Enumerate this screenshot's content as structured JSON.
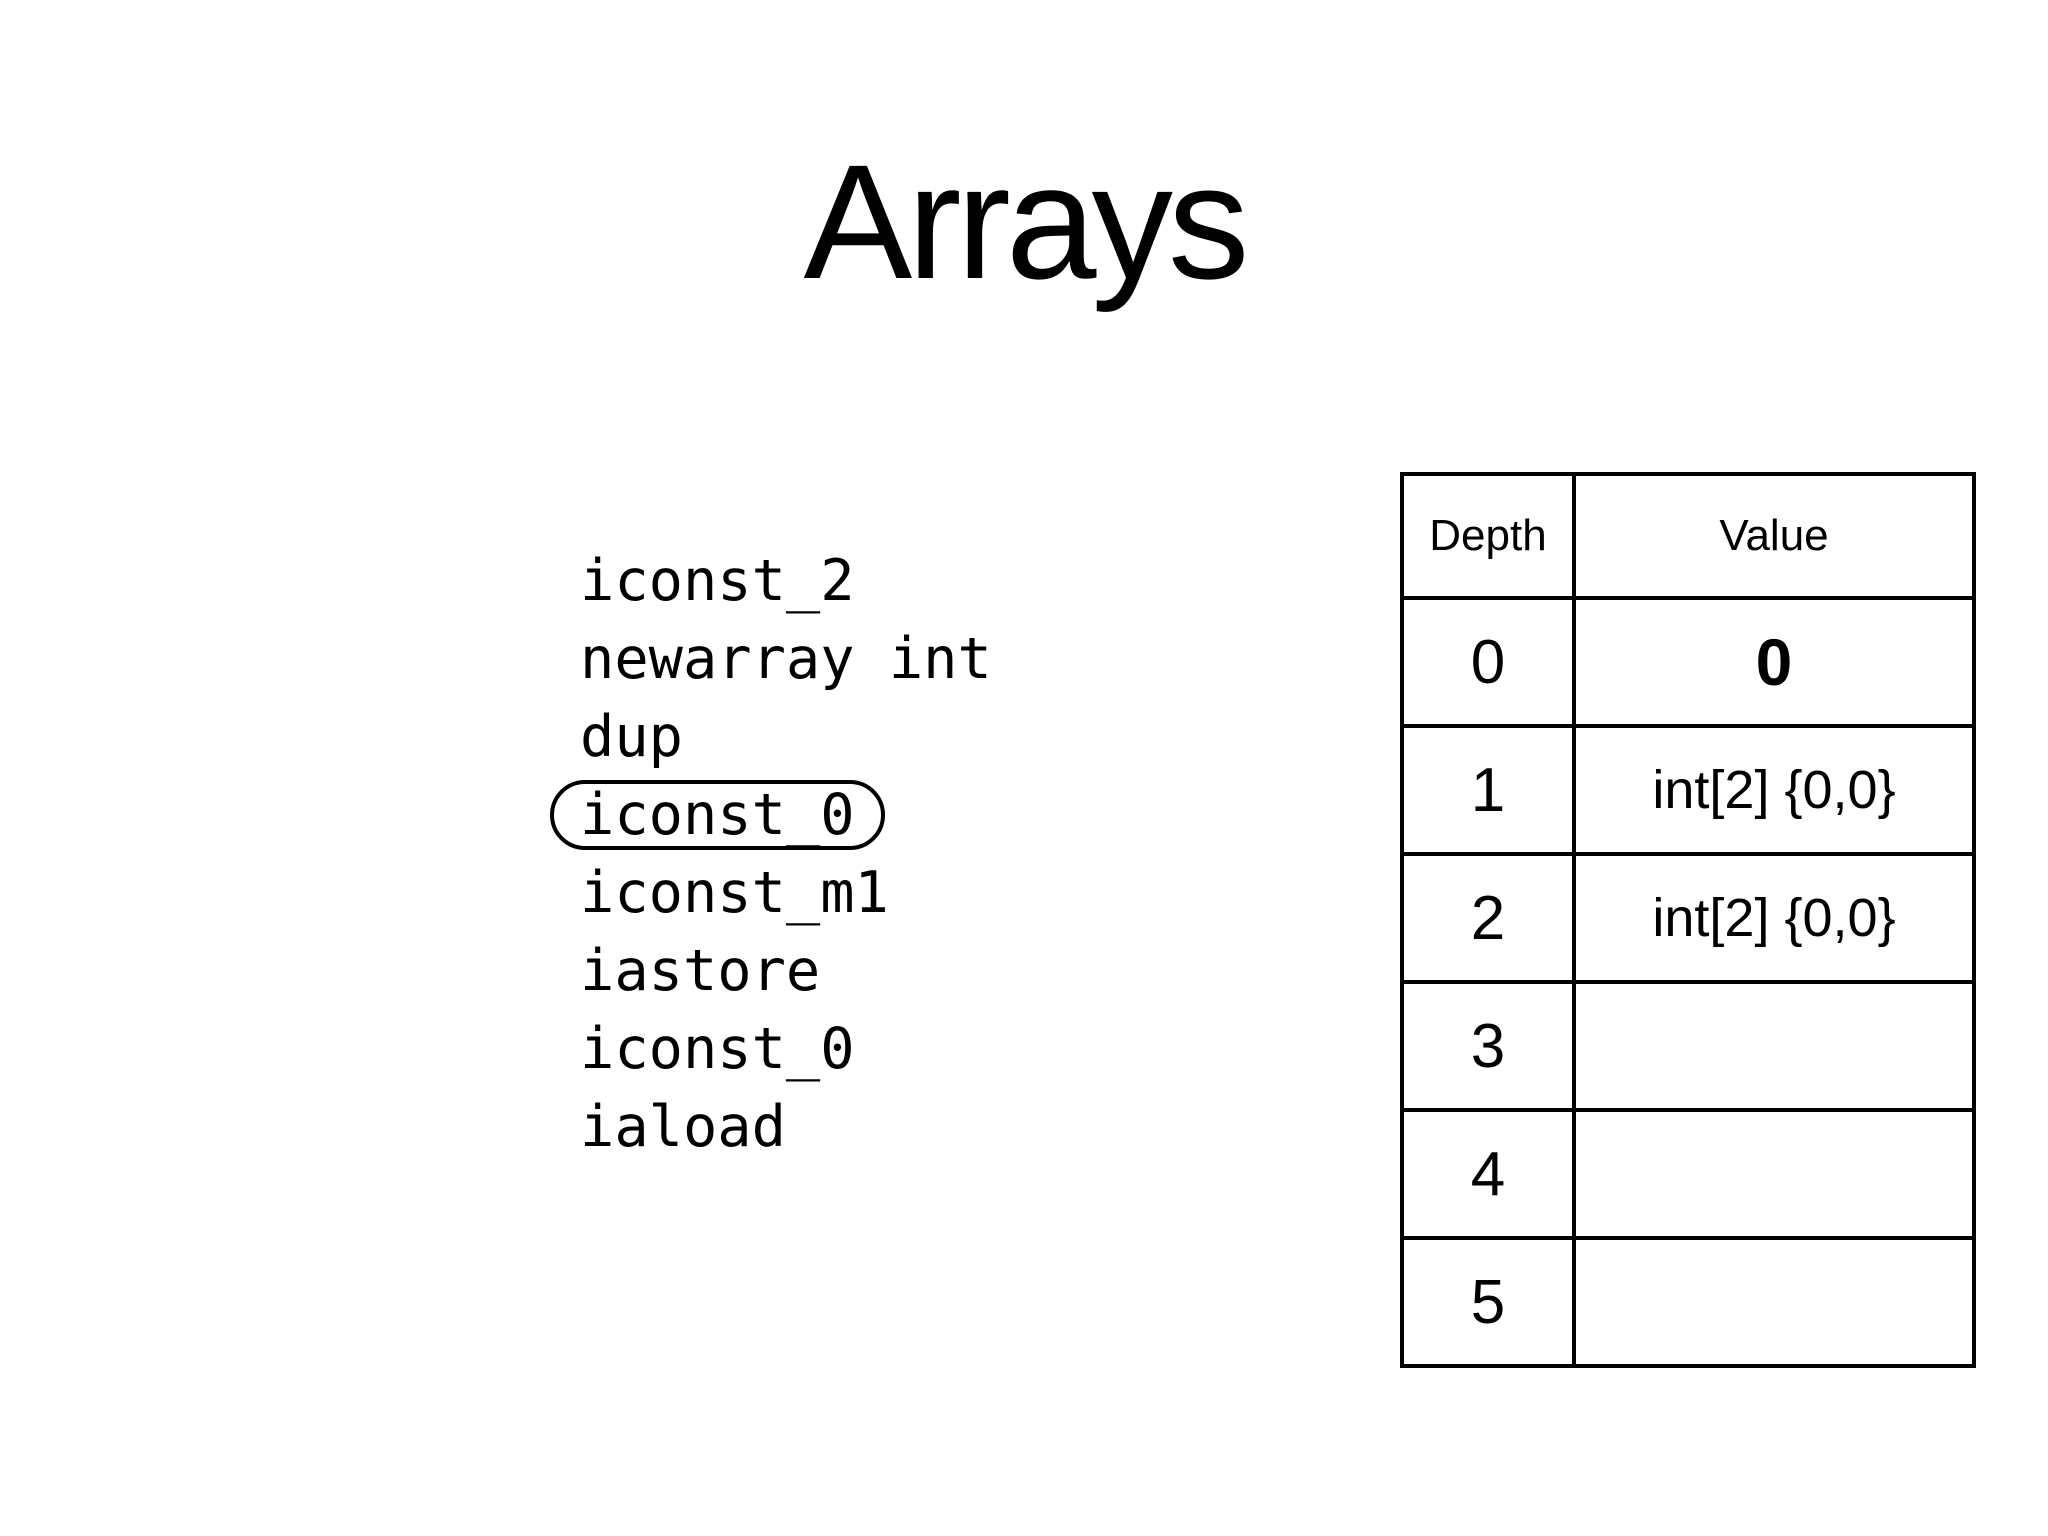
{
  "slide": {
    "title": "Arrays",
    "background_color": "#ffffff",
    "text_color": "#000000"
  },
  "code": {
    "lines": [
      {
        "text": "iconst_2",
        "highlighted": false
      },
      {
        "text": "newarray int",
        "highlighted": false
      },
      {
        "text": "dup",
        "highlighted": false
      },
      {
        "text": "iconst_0",
        "highlighted": true
      },
      {
        "text": "iconst_m1",
        "highlighted": false
      },
      {
        "text": "iastore",
        "highlighted": false
      },
      {
        "text": "iconst_0",
        "highlighted": false
      },
      {
        "text": "iaload",
        "highlighted": false
      }
    ]
  },
  "stack_table": {
    "columns": [
      "Depth",
      "Value"
    ],
    "rows": [
      {
        "depth": "0",
        "value": "0",
        "value_bold": true
      },
      {
        "depth": "1",
        "value": "int[2] {0,0}",
        "value_bold": false
      },
      {
        "depth": "2",
        "value": "int[2] {0,0}",
        "value_bold": false
      },
      {
        "depth": "3",
        "value": "",
        "value_bold": false
      },
      {
        "depth": "4",
        "value": "",
        "value_bold": false
      },
      {
        "depth": "5",
        "value": "",
        "value_bold": false
      }
    ]
  }
}
